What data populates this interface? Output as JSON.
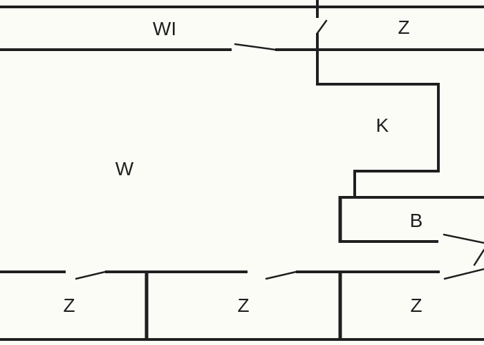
{
  "floor_plan": {
    "rooms": {
      "wi": "WI",
      "z_top_right": "Z",
      "k": "K",
      "w": "W",
      "b": "B",
      "z_bottom_left": "Z",
      "z_bottom_middle": "Z",
      "z_bottom_right": "Z"
    }
  },
  "colors": {
    "ink": "#1f1f1f",
    "background": "#fcfcf7"
  }
}
